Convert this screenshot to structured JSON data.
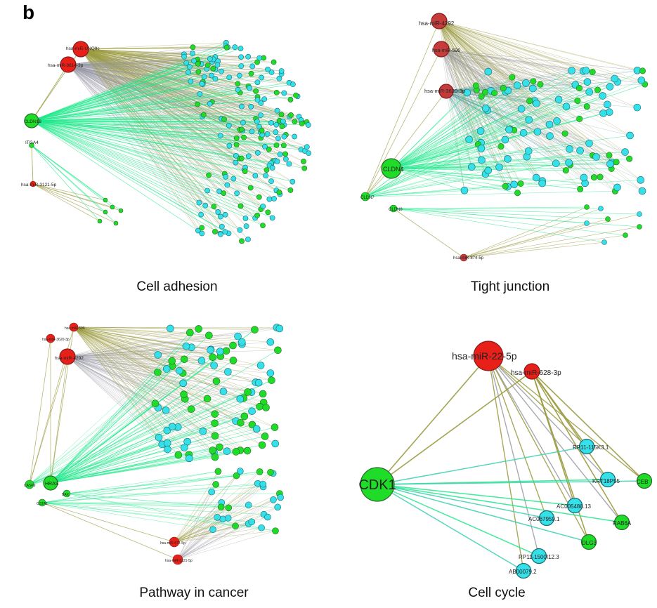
{
  "figure": {
    "panel_letter": "b"
  },
  "colors": {
    "mirna": "#e8201a",
    "mirna_dark": "#c53c3c",
    "gene_green": "#1fdc28",
    "gene_cyan": "#35e0e8",
    "edge_green": "#1ee88a",
    "edge_olive": "#9a9a40",
    "edge_gray": "#9a9aa6"
  },
  "networks": [
    {
      "id": "cell-adhesion",
      "caption": "Cell adhesion",
      "mirna_labels": [
        "hsa-miR-UNQ9c",
        "hsa-miR-3614-3p",
        "hsa-miR-3121-5p"
      ],
      "hub_labels": [
        "CLDN18",
        "ITGA4"
      ]
    },
    {
      "id": "tight-junction",
      "caption": "Tight junction",
      "mirna_labels": [
        "hsa-miR-4292",
        "hsa-miR-596",
        "hsa-miR-3620-3p",
        "hsa-miR-874-5p"
      ],
      "hub_labels": [
        "CLDN4",
        "CLDN7",
        "CLDN8"
      ]
    },
    {
      "id": "pathway-in-cancer",
      "caption": "Pathway in cancer",
      "mirna_labels": [
        "hsa-miR-4292",
        "hsa-miR-596",
        "hsa-miR-3620-3p",
        "hsa-miR-874-5p",
        "hsa-miR-3121-5p"
      ],
      "hub_labels": [
        "HRAS",
        "CASP9",
        "BAX",
        "GSTA1"
      ]
    },
    {
      "id": "cell-cycle",
      "caption": "Cell cycle",
      "mirna_labels": [
        "hsa-miR-22-5p",
        "hsa-miR-628-3p"
      ],
      "hub_labels": [
        "CDK1"
      ],
      "target_labels": [
        "RP11-115K3.1",
        "KRT18P55",
        "CEB",
        "AC005488.13",
        "AC067959.1",
        "RAB6A",
        "DLG3",
        "RP11-1500I12.3",
        "AB00079.2"
      ]
    }
  ]
}
